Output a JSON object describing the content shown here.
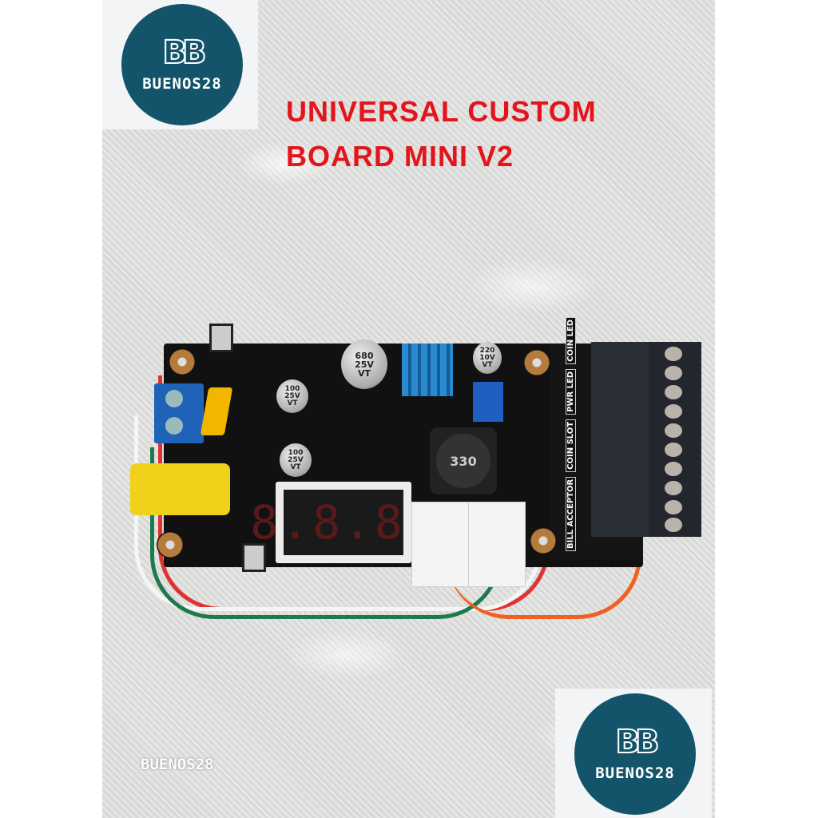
{
  "title": {
    "line1": "UNIVERSAL CUSTOM",
    "line2": "BOARD MINI V2",
    "color": "#e3141b"
  },
  "brand": {
    "logo_mark": "BB",
    "name": "BUENOS28",
    "circle_color": "#14546b"
  },
  "watermark": "BUENOS28",
  "board": {
    "capacitors": [
      {
        "value": "680",
        "voltage": "25V",
        "mark": "VT"
      },
      {
        "value": "100",
        "voltage": "25V",
        "mark": "VT"
      },
      {
        "value": "100",
        "voltage": "25V",
        "mark": "VT"
      },
      {
        "value": "220",
        "voltage": "10V",
        "mark": "VT"
      }
    ],
    "inductor": "330",
    "display": "8.8.8.",
    "silkscreen_labels": [
      "BILL ACCEPTOR",
      "COIN SLOT",
      "PWR LED",
      "COIN LED"
    ]
  }
}
